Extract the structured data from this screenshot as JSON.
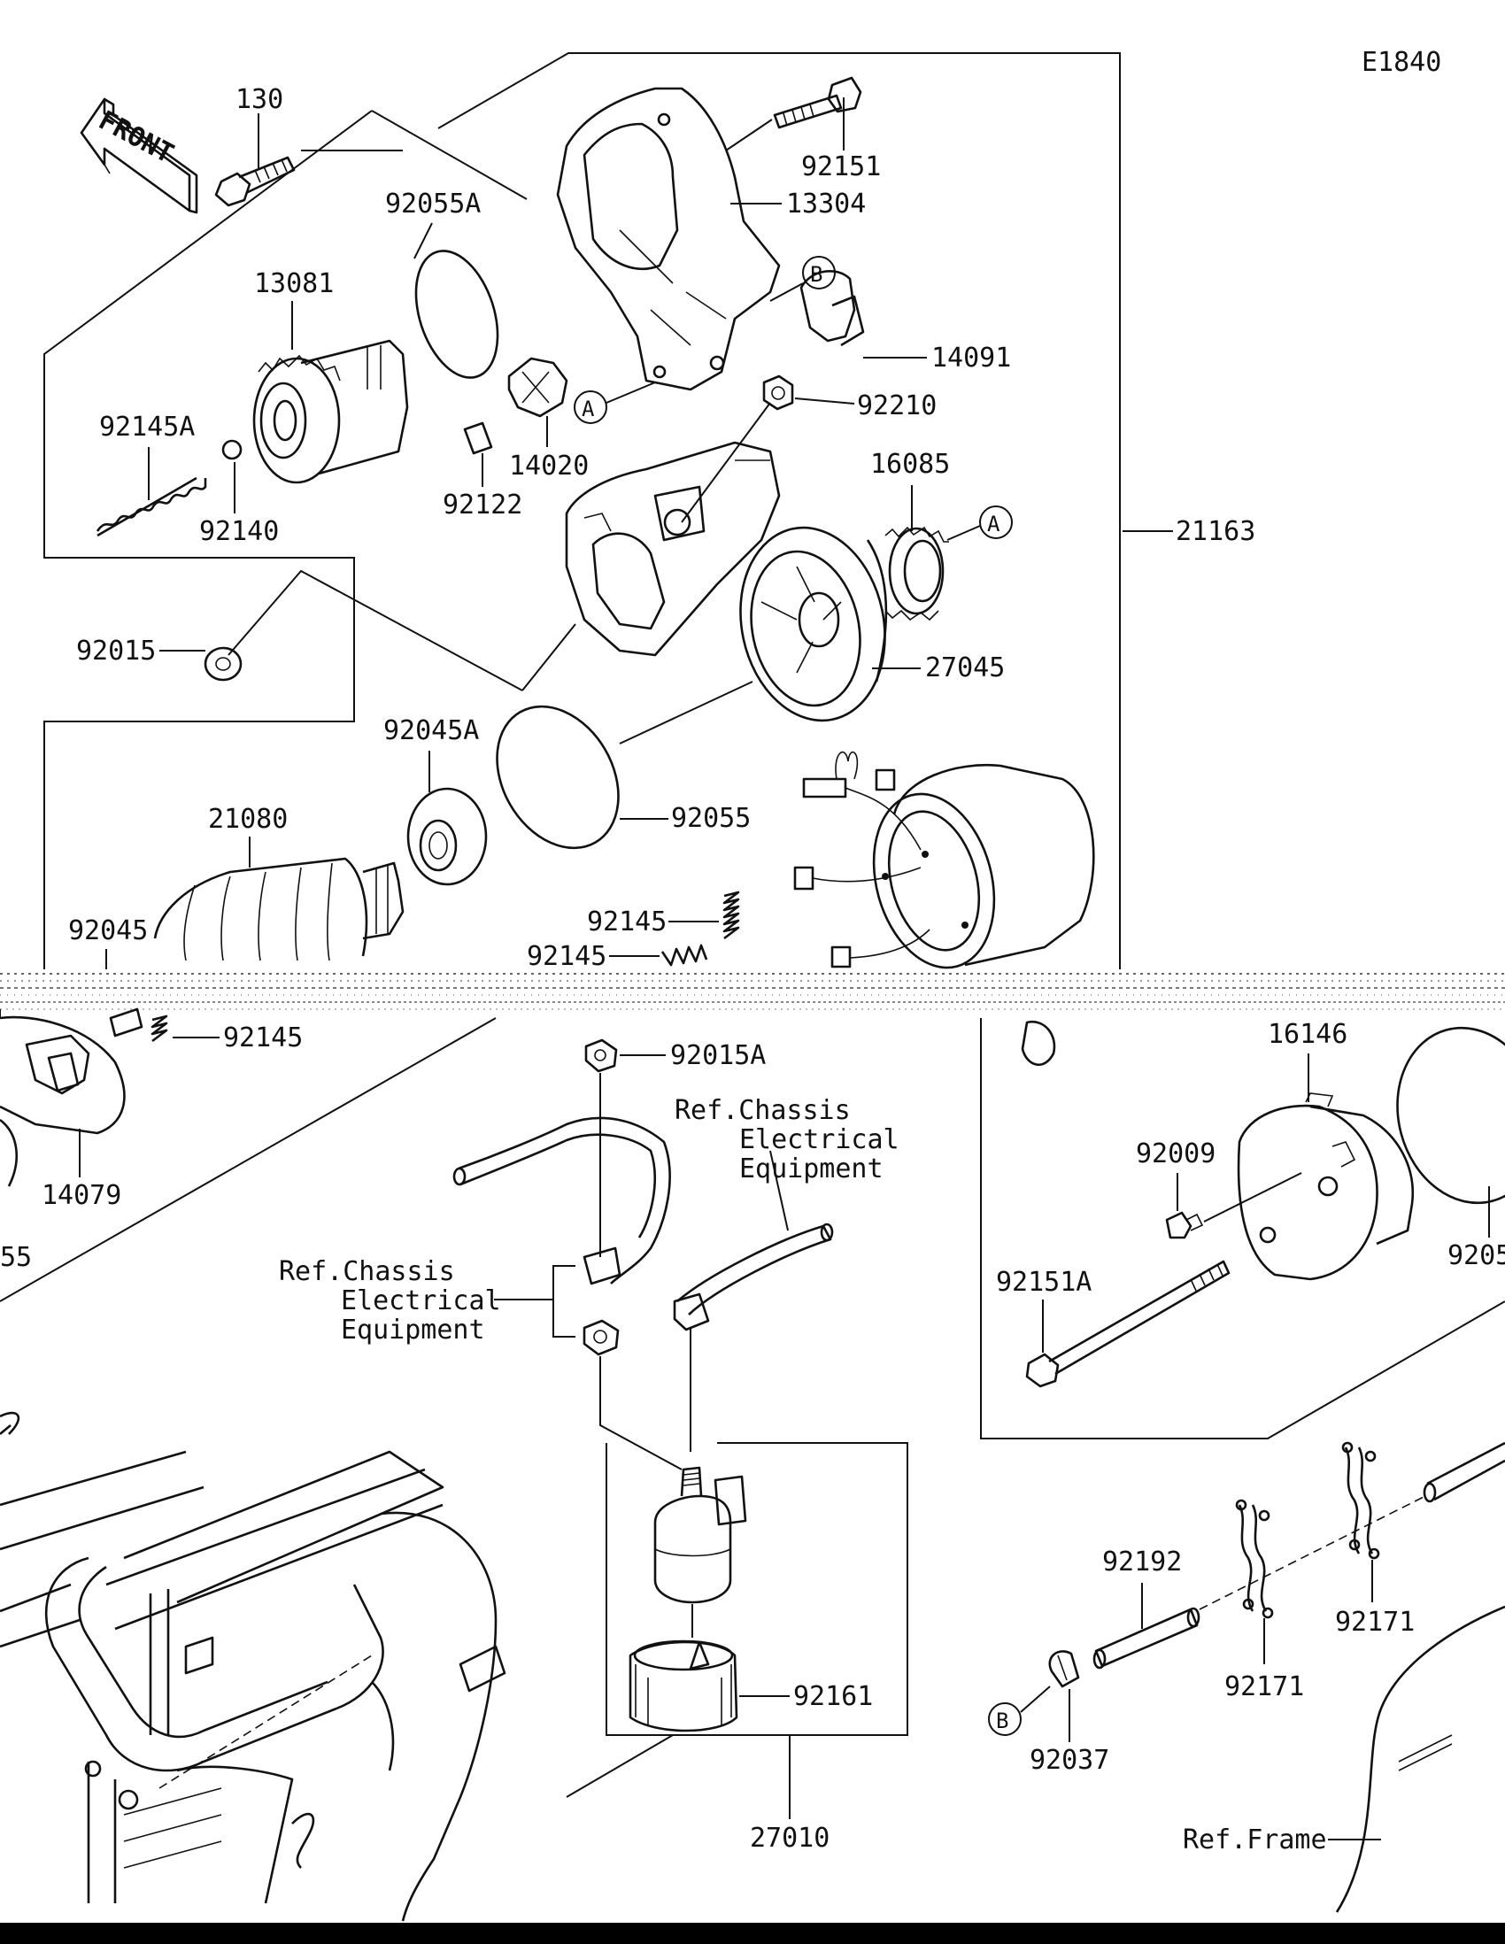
{
  "diagram_code": "E1840",
  "front_label": "FRONT",
  "callouts": {
    "A": "A",
    "B": "B"
  },
  "parts": {
    "p130": "130",
    "p92151": "92151",
    "p13304": "13304",
    "p92055A": "92055A",
    "p13081": "13081",
    "p14091": "14091",
    "p92210": "92210",
    "p92145A": "92145A",
    "p14020": "14020",
    "p92122": "92122",
    "p92140": "92140",
    "p16085": "16085",
    "p21163": "21163",
    "p92015": "92015",
    "p27045": "27045",
    "p92045A": "92045A",
    "p21080": "21080",
    "p92055": "92055",
    "p92045": "92045",
    "p92145_a": "92145",
    "p92145_b": "92145",
    "p92145_c": "92145",
    "p92015A": "92015A",
    "p16146": "16146",
    "p14079": "14079",
    "p92009": "92009",
    "p92055_cut": "55",
    "p92055_right_cut": "9205",
    "p92151A": "92151A",
    "p92192": "92192",
    "p92171_a": "92171",
    "p92171_b": "92171",
    "p92161": "92161",
    "p92037": "92037",
    "p27010": "27010"
  },
  "refs": {
    "ref_chassis_upper": [
      "Ref.Chassis",
      "Electrical",
      "Equipment"
    ],
    "ref_chassis_lower": [
      "Ref.Chassis",
      "Electrical",
      "Equipment"
    ],
    "ref_frame": "Ref.Frame"
  }
}
